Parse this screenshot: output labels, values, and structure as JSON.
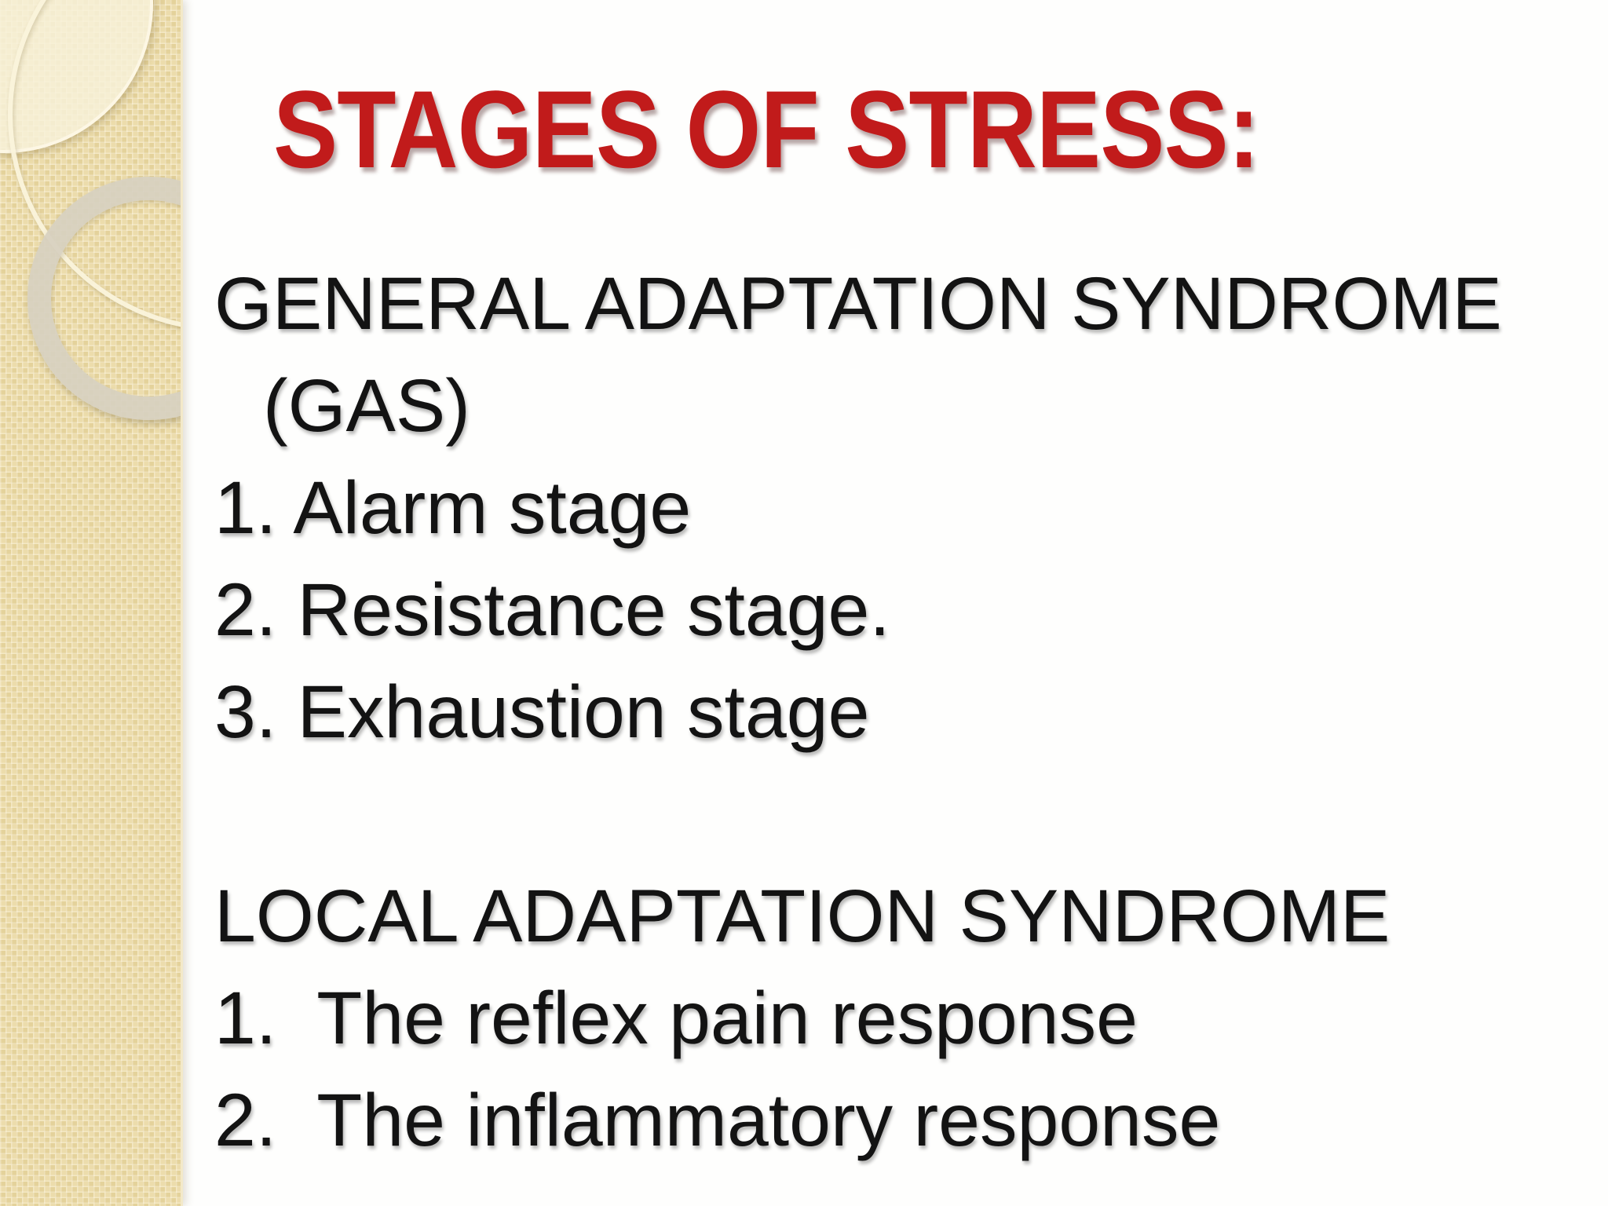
{
  "slide": {
    "title": "STAGES OF STRESS:",
    "body": {
      "gas_heading_line1": "GENERAL ADAPTATION SYNDROME",
      "gas_heading_line2": "(GAS)",
      "gas_items": [
        "1. Alarm stage",
        "2. Resistance stage.",
        "3. Exhaustion stage"
      ],
      "las_heading": "LOCAL ADAPTATION SYNDROME",
      "las_items": [
        "1.  The reflex pain response",
        "2.  The inflammatory response"
      ]
    },
    "colors": {
      "title_red": "#C11B1B",
      "body_text": "#131313",
      "strip_beige": "#EADAA6",
      "background": "#FEFEFD"
    }
  }
}
